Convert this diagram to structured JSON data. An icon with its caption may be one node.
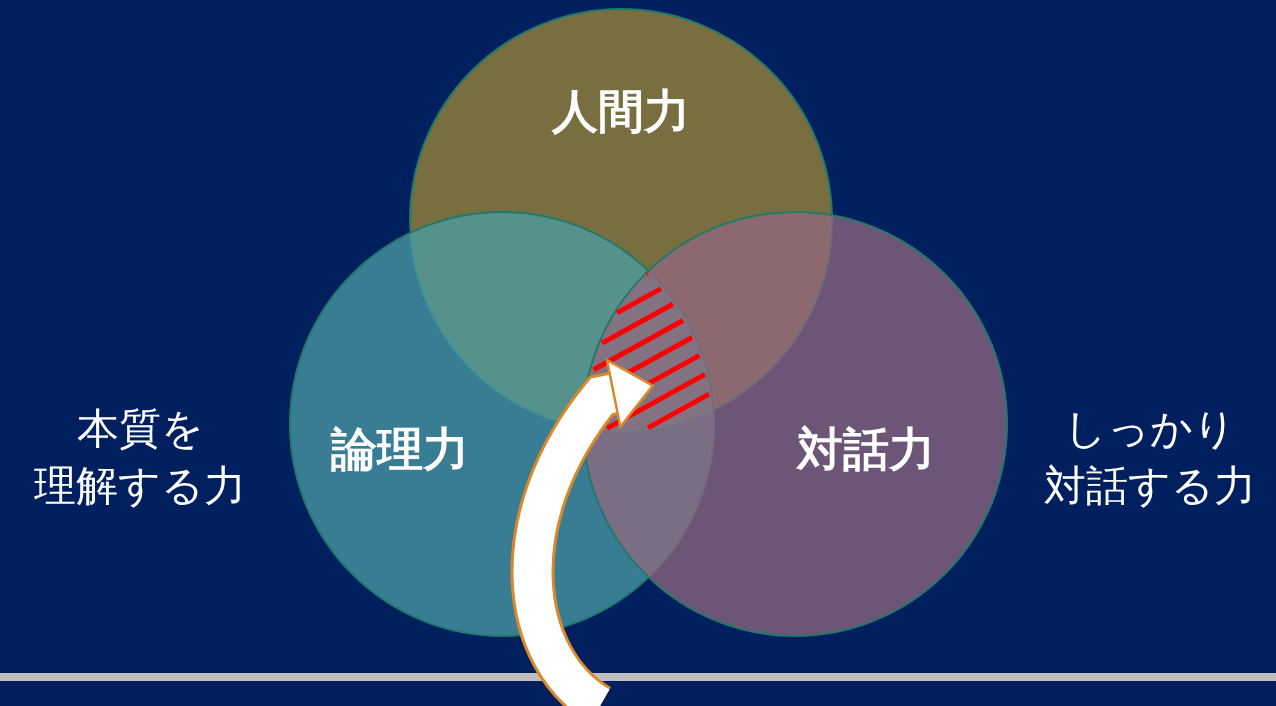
{
  "diagram": {
    "nodes": [
      {
        "text": [
          "人間力"
        ]
      },
      {
        "text": [
          "論理力"
        ]
      },
      {
        "text": [
          "対話力"
        ]
      },
      {
        "text": [],
        "shape": "area"
      }
    ],
    "edges": [
      {
        "from": null,
        "to": 3,
        "arrow": "to"
      }
    ],
    "labels": [
      "本質を理解する力",
      "しっかり対話する力"
    ]
  }
}
